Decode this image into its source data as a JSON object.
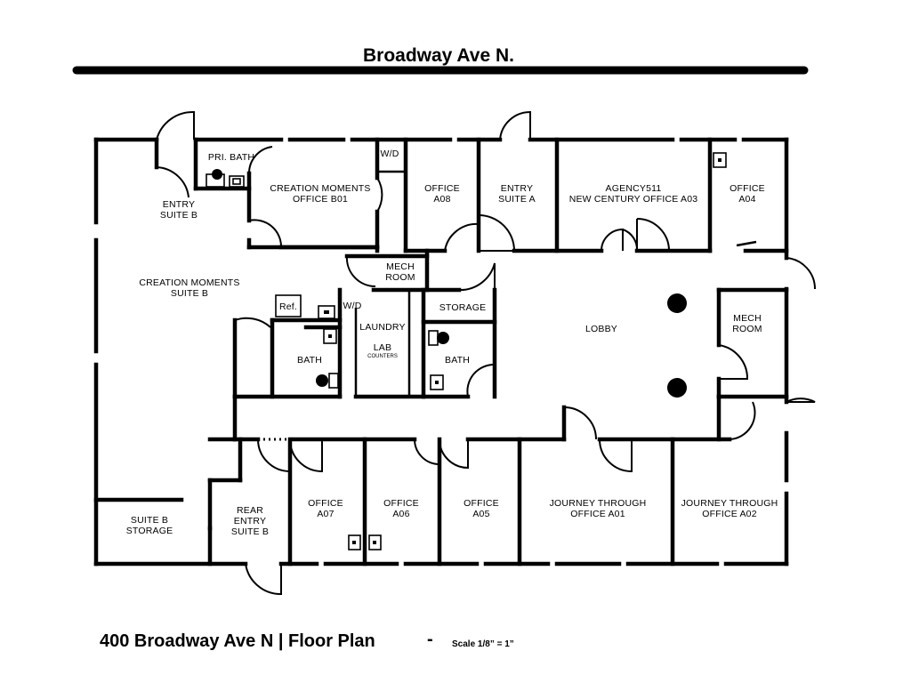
{
  "street_name": "Broadway Ave N.",
  "footer": {
    "title": "400 Broadway Ave N | Floor Plan",
    "dash": "-",
    "scale": "Scale 1/8” = 1”"
  },
  "rooms": {
    "pri_bath": "PRI. BATH",
    "wd_top": "W/D",
    "office_b01": [
      "CREATION MOMENTS",
      "OFFICE B01"
    ],
    "office_a08": [
      "OFFICE",
      "A08"
    ],
    "entry_suite_a": [
      "ENTRY",
      "SUITE A"
    ],
    "office_a03": [
      "AGENCY511",
      "NEW CENTURY OFFICE A03"
    ],
    "office_a04": [
      "OFFICE",
      "A04"
    ],
    "entry_suite_b": [
      "ENTRY",
      "SUITE B"
    ],
    "suite_b": [
      "CREATION MOMENTS",
      "SUITE B"
    ],
    "mech_room_center": [
      "MECH",
      "ROOM"
    ],
    "ref": "Ref.",
    "wd_laundry": "W/D",
    "laundry": "LAUNDRY",
    "lab": "LAB",
    "counters": "COUNTERS",
    "storage": "STORAGE",
    "bath_left": "BATH",
    "bath_right": "BATH",
    "lobby": "LOBBY",
    "mech_room_right": [
      "MECH",
      "ROOM"
    ],
    "suite_b_storage": [
      "SUITE B",
      "STORAGE"
    ],
    "rear_entry": [
      "REAR",
      "ENTRY",
      "SUITE B"
    ],
    "office_a07": [
      "OFFICE",
      "A07"
    ],
    "office_a06": [
      "OFFICE",
      "A06"
    ],
    "office_a05": [
      "OFFICE",
      "A05"
    ],
    "office_a01": [
      "JOURNEY THROUGH",
      "OFFICE A01"
    ],
    "office_a02": [
      "JOURNEY THROUGH",
      "OFFICE A02"
    ]
  }
}
